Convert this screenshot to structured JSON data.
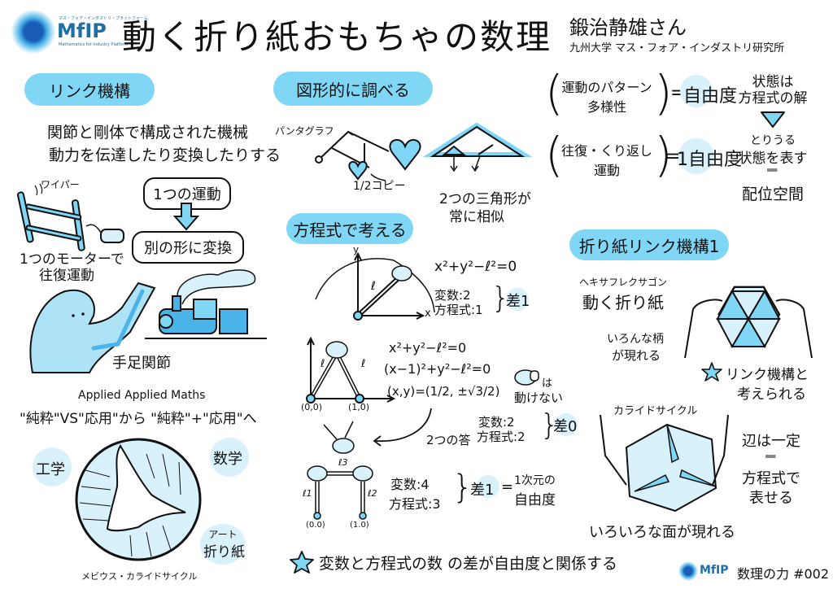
{
  "header": {
    "logo": {
      "brand": "MfIP",
      "tagline_jp": "マス・フォア・インダストリ・プラットフォーム",
      "tagline_en": "Mathematics for Industry Platform"
    },
    "title": "動く折り紙おもちゃの数理",
    "speaker": "鍛治静雄さん",
    "affiliation": "九州大学 マス・フォア・インダストリ研究所"
  },
  "sections": {
    "link_mechanism": {
      "heading": "リンク機構",
      "desc_line1": "関節と剛体で構成された機械",
      "desc_line2": "動力を伝達したり変換したりする",
      "wiper_label": "ワイパー",
      "motor_line1": "1つのモーターで",
      "motor_line2": "往復運動",
      "box1": "1つの運動",
      "box2": "別の形に変換",
      "joint_label": "手足関節"
    },
    "applied": {
      "title": "Applied Applied Maths",
      "subtitle": "\"純粋\"VS\"応用\"から \"純粋\"+\"応用\"へ",
      "left_blob": "工学",
      "right_blob": "数学",
      "bottom_blob_line1": "アート",
      "bottom_blob_line2": "折り紙",
      "caption": "メビウス・カライドサイクル"
    },
    "geometric": {
      "heading": "図形的に調べる",
      "pantograph": "パンタグラフ",
      "half_copy": "1/2コピー",
      "triangles_line1": "2つの三角形が",
      "triangles_line2": "常に相似"
    },
    "equations": {
      "heading": "方程式で考える",
      "axis_x": "x",
      "axis_y": "y",
      "len": "ℓ",
      "eq1": "x²+y²−ℓ²=0",
      "vars1": "変数:2",
      "eqs1": "方程式:1",
      "diff1": "差1",
      "eq2a": "x²+y²−ℓ²=0",
      "eq2b": "(x−1)²+y²−ℓ²=0",
      "eq2c": "(x,y)=(1/2, ±√3/2)",
      "pt00": "(0,0)",
      "pt10": "(1,0)",
      "two_answers": "2つの答",
      "cannot_move_line1": "は",
      "cannot_move_line2": "動けない",
      "vars2": "変数:2",
      "eqs2": "方程式:2",
      "diff0": "差0",
      "l1": "ℓ1",
      "l2": "ℓ2",
      "l3": "ℓ3",
      "pt00b": "(0.0)",
      "pt10b": "(1.0)",
      "vars3": "変数:4",
      "eqs3": "方程式:3",
      "diff3": "差1",
      "equals": "=",
      "dof_line1": "1次元の",
      "dof_line2": "自由度",
      "conclusion": "変数と方程式の数 の差が自由度と関係する"
    },
    "freedom": {
      "paren1_line1": "運動のパターン",
      "paren1_line2": "多様性",
      "eq1": "=",
      "result1": "自由度",
      "paren2_line1": "往復・くり返し",
      "paren2_line2": "運動",
      "eq2": "=",
      "result2": "1自由度",
      "state_line1": "状態は",
      "state_line2": "方程式の解",
      "state_line3": "とりうる",
      "state_line4": "状態を表す",
      "state_eq": "‖",
      "state_line5": "配位空間"
    },
    "origami": {
      "heading": "折り紙リンク機構1",
      "hexa_label": "ヘキサフレクサゴン",
      "moving": "動く折り紙",
      "patterns_line1": "いろんな柄",
      "patterns_line2": "が現れる",
      "star_line1": "リンク機構と",
      "star_line2": "考えられる",
      "kaleido": "カライドサイクル",
      "edges_line1": "辺は一定",
      "edges_eq": "‖",
      "edges_line2": "方程式で",
      "edges_line3": "表せる",
      "faces": "いろいろな面が現れる"
    }
  },
  "footer": {
    "brand": "MfIP",
    "series": "数理の力 #002"
  },
  "colors": {
    "accent": "#7fd6f5",
    "light_accent": "#d8f1fb",
    "ink": "#111111",
    "logo_blue": "#1d6fa8"
  }
}
